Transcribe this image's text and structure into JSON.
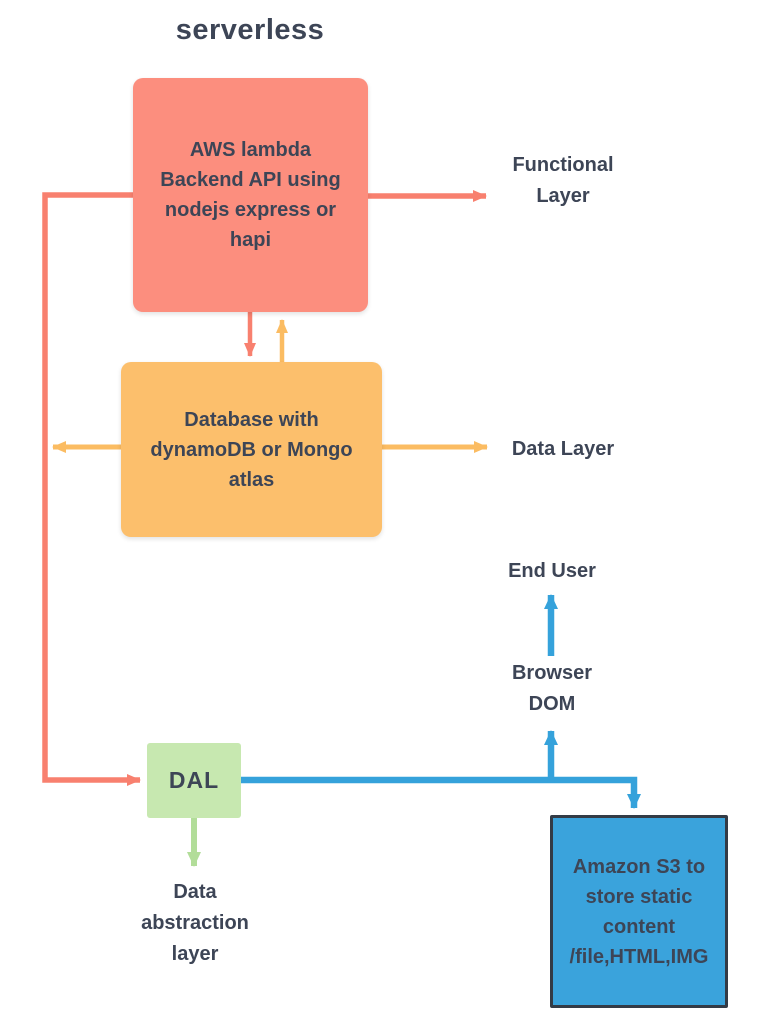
{
  "title": "serverless",
  "nodes": {
    "lambda": {
      "label": "AWS lambda\nBackend API using\nnodejs  express or\nhapi",
      "color": "#fc8e7e"
    },
    "database": {
      "label": "Database with\ndynamoDB or Mongo\natlas",
      "color": "#fcbf6c"
    },
    "dal": {
      "label": "DAL",
      "color": "#c7e8b0"
    },
    "s3": {
      "label": "Amazon S3 to\nstore static\ncontent\n/file,HTML,IMG",
      "color": "#3aa3dc",
      "border_color": "#333b46"
    }
  },
  "labels": {
    "functional_layer": "Functional\nLayer",
    "data_layer": "Data Layer",
    "end_user": "End User",
    "browser_dom": "Browser\nDOM",
    "data_abstraction_layer": "Data\nabstraction\nlayer"
  },
  "colors": {
    "arrow_red": "#f8806f",
    "arrow_orange": "#fbbc62",
    "arrow_blue": "#35a2db",
    "arrow_green": "#b2dd99",
    "text": "#3d4556",
    "background": "#ffffff"
  }
}
